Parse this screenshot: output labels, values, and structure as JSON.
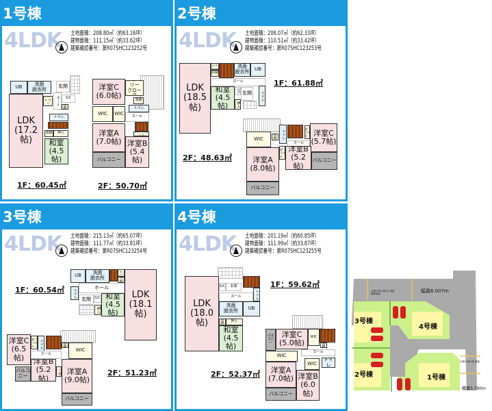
{
  "houses": [
    {
      "title": "1号棟",
      "layout": "4LDK",
      "land": "土地面積：208.80㎡（約63.16坪）",
      "building": "建物面積：111.15㎡（約33.62坪）",
      "permit": "建築確認番号：第R07SHC123252号",
      "floor1_area": "1F：60.45㎡",
      "floor2_area": "2F：50.70㎡",
      "rooms1": [
        "UB",
        "洗面\n脱衣所",
        "玄関",
        "S/C",
        "パン\nトリー",
        "ホール",
        "収納",
        "トイレ",
        "LDK\n(17.2帖)",
        "収納",
        "押入",
        "和室\n(4.5帖)"
      ],
      "rooms2": [
        "洋室C\n(6.0帖)",
        "ファミリー\nクローク",
        "収納",
        "WIC",
        "WIC",
        "トイレ",
        "ホール",
        "洋室A\n(7.0帖)",
        "クローゼット",
        "洋室B\n(5.4帖)",
        "バルコニー"
      ]
    },
    {
      "title": "2号棟",
      "layout": "4LDK",
      "land": "土地面積：206.07㎡（約62.33坪）",
      "building": "建物面積：110.51㎡（約33.42坪）",
      "permit": "建築確認番号：第R07SHC123253号",
      "floor1_area": "1F：61.88㎡",
      "floor2_area": "2F：48.63㎡",
      "rooms1": [
        "LDK\n(18.5帖)",
        "パントリー",
        "収納",
        "洗面\n脱衣所",
        "UB",
        "ホール",
        "和室\n(4.5帖)",
        "S/C",
        "玄関",
        "トイレ",
        "押入"
      ],
      "rooms2": [
        "WIC",
        "収納",
        "トイレ",
        "クローゼット",
        "洋室C\n(5.7帖)",
        "ホール",
        "クローゼット",
        "洋室B\n(5.2帖)",
        "バルコニー",
        "洋室A\n(8.0帖)",
        "バルコニー"
      ]
    },
    {
      "title": "3号棟",
      "layout": "4LDK",
      "land": "土地面積：215.13㎡（約65.07坪）",
      "building": "建物面積：111.77㎡（約33.81坪）",
      "permit": "建築確認番号：第R07SHC123254号",
      "floor1_area": "1F：60.54㎡",
      "floor2_area": "2F：51.23㎡",
      "rooms1": [
        "UB",
        "洗面\n脱衣所",
        "パントリー",
        "収納",
        "トイレ",
        "ホール",
        "玄関",
        "S/C",
        "押入",
        "和室\n(4.5帖)",
        "LDK\n(18.1帖)"
      ],
      "rooms2": [
        "洋室C\n(6.5帖)",
        "クローゼット",
        "トイレ",
        "収納",
        "WIC",
        "ホール",
        "洋室B\n(5.2帖)",
        "クローゼット",
        "バルコニー",
        "洋室A\n(9.0帖)",
        "バルコニー"
      ]
    },
    {
      "title": "4号棟",
      "layout": "4LDK",
      "land": "土地面積：201.19㎡（約60.85坪）",
      "building": "建物面積：111.99㎡（約33.87坪）",
      "permit": "建築確認番号：第R07SHC123255号",
      "floor1_area": "1F：59.62㎡",
      "floor2_area": "2F：52.37㎡",
      "rooms1": [
        "S/C",
        "玄関",
        "トイレ",
        "ホール",
        "LDK\n(18.0帖)",
        "洗面\n脱衣所",
        "UB",
        "収納",
        "押入",
        "和室\n(4.5帖)"
      ],
      "rooms2": [
        "バルコニー",
        "洋室C\n(5.0帖)",
        "WIC",
        "収納",
        "ホール",
        "WIC",
        "WIC",
        "トイレ",
        "洋室A\n(7.0帖)",
        "洋室B\n(6.0帖)",
        "バルコニー"
      ]
    }
  ],
  "site_map": {
    "lots": [
      "3号棟",
      "4号棟",
      "2号棟",
      "1号棟"
    ],
    "road_north_width": "幅員6.007m",
    "road_south_width": "幅員3.790m",
    "road_north_note": "法第42条1項2号 道路\n開発道路",
    "road_east_note": "法第42条2項 道路"
  },
  "colors": {
    "header": "#1a9be0",
    "ldk": "#f7dfe2",
    "washitsu": "#dcefd3",
    "lot": "#ccf08a",
    "house": "#fdf7a6",
    "car": "#d42020"
  }
}
